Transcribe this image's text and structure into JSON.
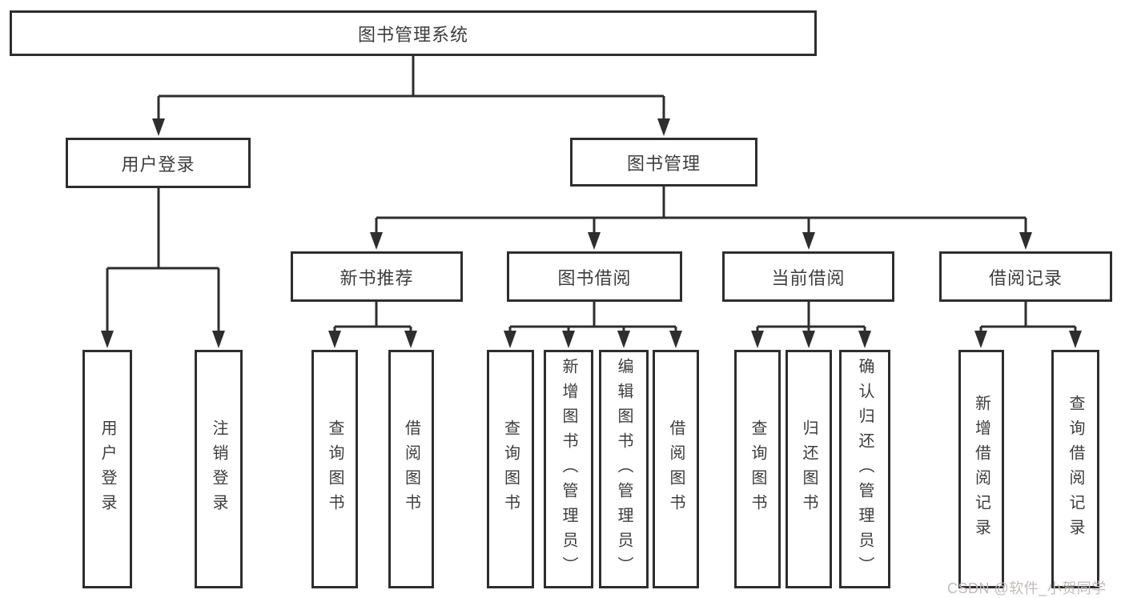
{
  "palette": {
    "line": "#2e2e2e",
    "box_border": "#2e2e2e",
    "box_text": "#3d3d3d",
    "background": "#ffffff",
    "watermark_text": "#c2baba"
  },
  "watermark": {
    "text": "CSDN @软件_小贺同学"
  },
  "tree": {
    "root": {
      "label": "图书管理系统"
    },
    "children": [
      {
        "label": "用户登录",
        "children": [
          {
            "label": "用户登录"
          },
          {
            "label": "注销登录"
          }
        ]
      },
      {
        "label": "图书管理",
        "children": [
          {
            "label": "新书推荐",
            "children": [
              {
                "label": "查询图书"
              },
              {
                "label": "借阅图书"
              }
            ]
          },
          {
            "label": "图书借阅",
            "children": [
              {
                "label": "查询图书"
              },
              {
                "label": "新增图书（管理员）"
              },
              {
                "label": "编辑图书（管理员）"
              },
              {
                "label": "借阅图书"
              }
            ]
          },
          {
            "label": "当前借阅",
            "children": [
              {
                "label": "查询图书"
              },
              {
                "label": "归还图书"
              },
              {
                "label": "确认归还（管理员）"
              }
            ]
          },
          {
            "label": "借阅记录",
            "children": [
              {
                "label": "新增借阅记录"
              },
              {
                "label": "查询借阅记录"
              }
            ]
          }
        ]
      }
    ]
  }
}
